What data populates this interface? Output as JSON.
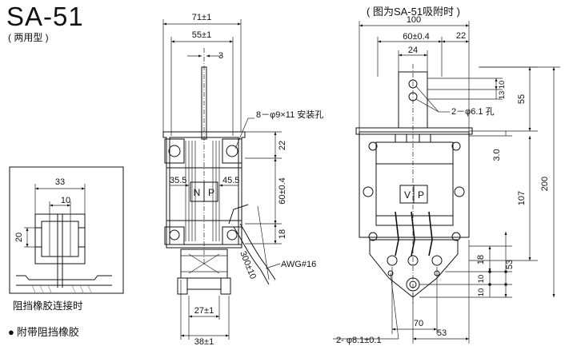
{
  "model": "SA-51",
  "subtitle": "( 两用型 )",
  "caption_right": "( 图为SA-51吸附时 )",
  "stopper_caption": "阻挡橡胶连接时",
  "note_bullet": "●",
  "note": "附带阻挡橡胶",
  "pole_labels": {
    "left": "N",
    "right": "P",
    "right_view_left": "V",
    "right_view_right": "P"
  },
  "callouts": {
    "mount_hole": "8－φ9×11 安装孔",
    "hole_61": "2－φ6.1 孔",
    "hole_81": "2- φ8.1±0.1",
    "wire": "AWG#16"
  },
  "dims_front": {
    "top_width": "71±1",
    "inner_width": "55±1",
    "rod": "3",
    "left_half": "35.5",
    "right_half": "45.5",
    "d22": "22",
    "d60": "60±0.4",
    "d18": "18",
    "lead_len": "300±10",
    "bottom_27": "27±1",
    "bottom_38": "38±1"
  },
  "dims_side": {
    "overall": "100",
    "d60": "60±0.4",
    "d22": "22",
    "d24": "24",
    "d10": "10",
    "d13": "13",
    "d55": "55",
    "d30": "3.0",
    "d200": "200",
    "d107": "107",
    "d18": "18",
    "d53_v": "53",
    "d10a": "10",
    "d10b": "10",
    "d70": "70",
    "d53_h": "53"
  },
  "dims_stopper": {
    "w33": "33",
    "w10": "10",
    "h20": "20"
  }
}
